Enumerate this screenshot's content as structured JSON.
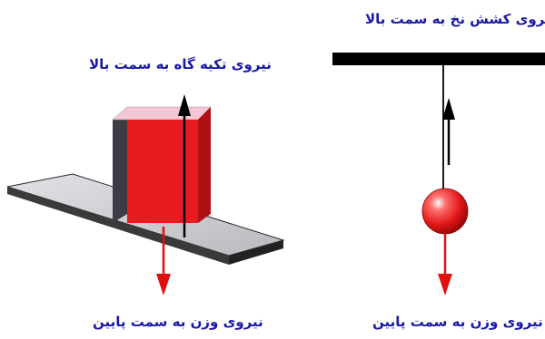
{
  "labels": {
    "tension_up": "نیروی کشش نخ به سمت بالا",
    "normal_up": "نیروی تکیه گاه به سمت بالا",
    "weight_down_block": "نیروی وزن به سمت پایین",
    "weight_down_ball": "نیروی وزن به سمت پایین"
  },
  "colors": {
    "label_text": "#1a1aa6",
    "force_up_arrow": "#000000",
    "force_down_arrow": "#e01010",
    "block_front": "#e8191f",
    "block_side": "#3c3c44",
    "block_top": "#f4c6d4",
    "surface": "#cfcfd4",
    "ceiling_bar": "#000000",
    "ball": "#e01515"
  },
  "icons": {
    "block": "red-cube",
    "ball": "red-sphere",
    "surface": "gray-tabletop",
    "ceiling": "black-support-bar"
  }
}
